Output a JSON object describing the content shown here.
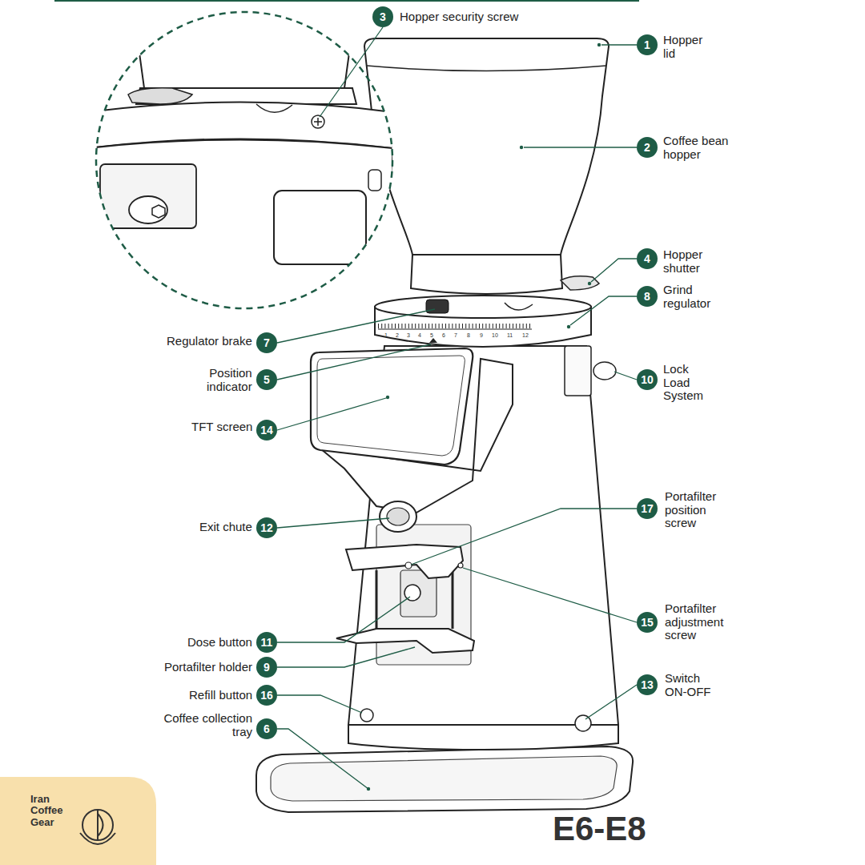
{
  "diagram": {
    "labels": [
      "3",
      "Hopper security screw",
      "1",
      "Hopper lid",
      "2",
      "Coffee bean hopper",
      "4",
      "Hopper shutter",
      "8",
      "Grind regulator",
      "Regulator brake",
      "7",
      "Position indicator",
      "5",
      "10",
      "Lock Load System",
      "TFT screen",
      "14",
      "Exit chute",
      "12",
      "17",
      "Portafilter position screw",
      "15",
      "Portafilter adjustment screw",
      "Dose button",
      "11",
      "Portafilter holder",
      "9",
      "Refill button",
      "16",
      "13",
      "Switch ON-OFF",
      "Coffee collection tray",
      "6",
      "E6-E8",
      "Iran Coffee Gear",
      "1",
      "2",
      "3",
      "4",
      "5",
      "6",
      "7",
      "8",
      "9",
      "10",
      "11",
      "12"
    ]
  }
}
